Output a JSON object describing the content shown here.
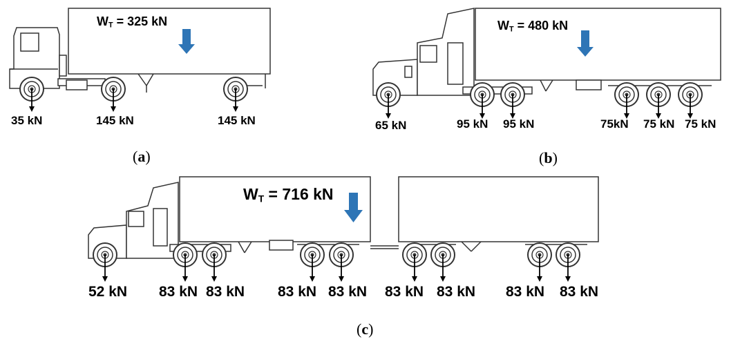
{
  "panels": [
    {
      "id": "a",
      "caption": "a",
      "total_weight": {
        "symbol": "W",
        "subscript": "T",
        "value": "= 325 kN"
      },
      "axle_loads": [
        "35 kN",
        "145 kN",
        "145 kN"
      ]
    },
    {
      "id": "b",
      "caption": "b",
      "total_weight": {
        "symbol": "W",
        "subscript": "T",
        "value": "= 480 kN"
      },
      "axle_loads": [
        "65 kN",
        "95 kN",
        "95 kN",
        "75kN",
        "75 kN",
        "75 kN"
      ]
    },
    {
      "id": "c",
      "caption": "c",
      "total_weight": {
        "symbol": "W",
        "subscript": "T",
        "value": "= 716 kN"
      },
      "axle_loads": [
        "52 kN",
        "83 kN",
        "83 kN",
        "83 kN",
        "83 kN",
        "83 kN",
        "83 kN",
        "83 kN",
        "83 kN"
      ]
    }
  ],
  "colors": {
    "resultant_arrow": "#2e75b6",
    "line": "#333333"
  }
}
